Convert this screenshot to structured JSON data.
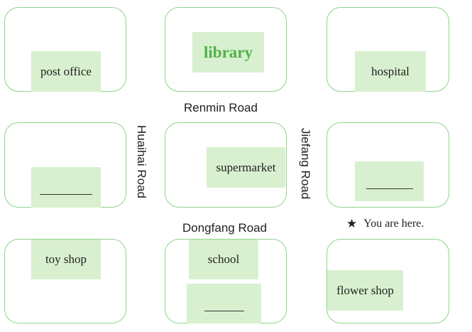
{
  "roads": {
    "renmin": "Renmin Road",
    "dongfang": "Dongfang Road",
    "huaihai": "Huaihai Road",
    "jiefang": "Jiefang Road"
  },
  "places": {
    "post_office": "post office",
    "library": "library",
    "hospital": "hospital",
    "supermarket": "supermarket",
    "toy_shop": "toy shop",
    "school": "school",
    "flower_shop": "flower shop"
  },
  "legend": {
    "star_icon": "★",
    "text": "You are here."
  },
  "colors": {
    "block_border": "#8fd48a",
    "label_fill": "#d8f0cf",
    "library_text": "#4fb248"
  }
}
